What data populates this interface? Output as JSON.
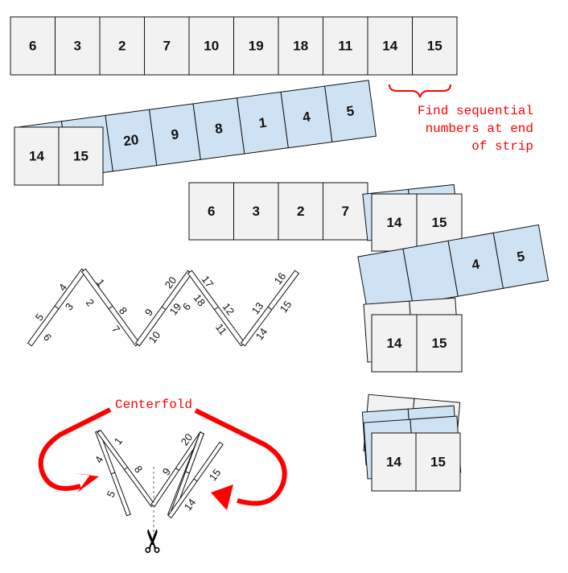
{
  "colors": {
    "page_front": "#f2f2f2",
    "page_back": "#cfe2f3",
    "annotation": "#ff0000"
  },
  "strip_full": [
    "6",
    "3",
    "2",
    "7",
    "10",
    "19",
    "18",
    "11",
    "14",
    "15"
  ],
  "strip_folding": {
    "front": [
      "14",
      "15"
    ],
    "back": [
      "20",
      "9",
      "8",
      "1",
      "4",
      "5"
    ]
  },
  "strip_partial": {
    "flat": [
      "6",
      "3",
      "2",
      "7"
    ],
    "front": [
      "14",
      "15"
    ]
  },
  "stack_one": {
    "front": [
      "14",
      "15"
    ],
    "back": [
      "4",
      "5"
    ]
  },
  "stack_two": {
    "front": [
      "14",
      "15"
    ]
  },
  "annotation_find": [
    "Find sequential",
    "numbers at end",
    "of strip"
  ],
  "zigzag": {
    "upper": [
      "4",
      "1",
      "8",
      "9",
      "20",
      "17",
      "12",
      "13",
      "16"
    ],
    "lower": [
      "5",
      "6",
      "3",
      "2",
      "7",
      "10",
      "19",
      "6",
      "18",
      "11",
      "14",
      "15"
    ]
  },
  "centerfold": {
    "label": "Centerfold",
    "page_labels": [
      "1",
      "4",
      "8",
      "5",
      "9",
      "20",
      "15",
      "14"
    ],
    "icon": "scissors-icon"
  }
}
